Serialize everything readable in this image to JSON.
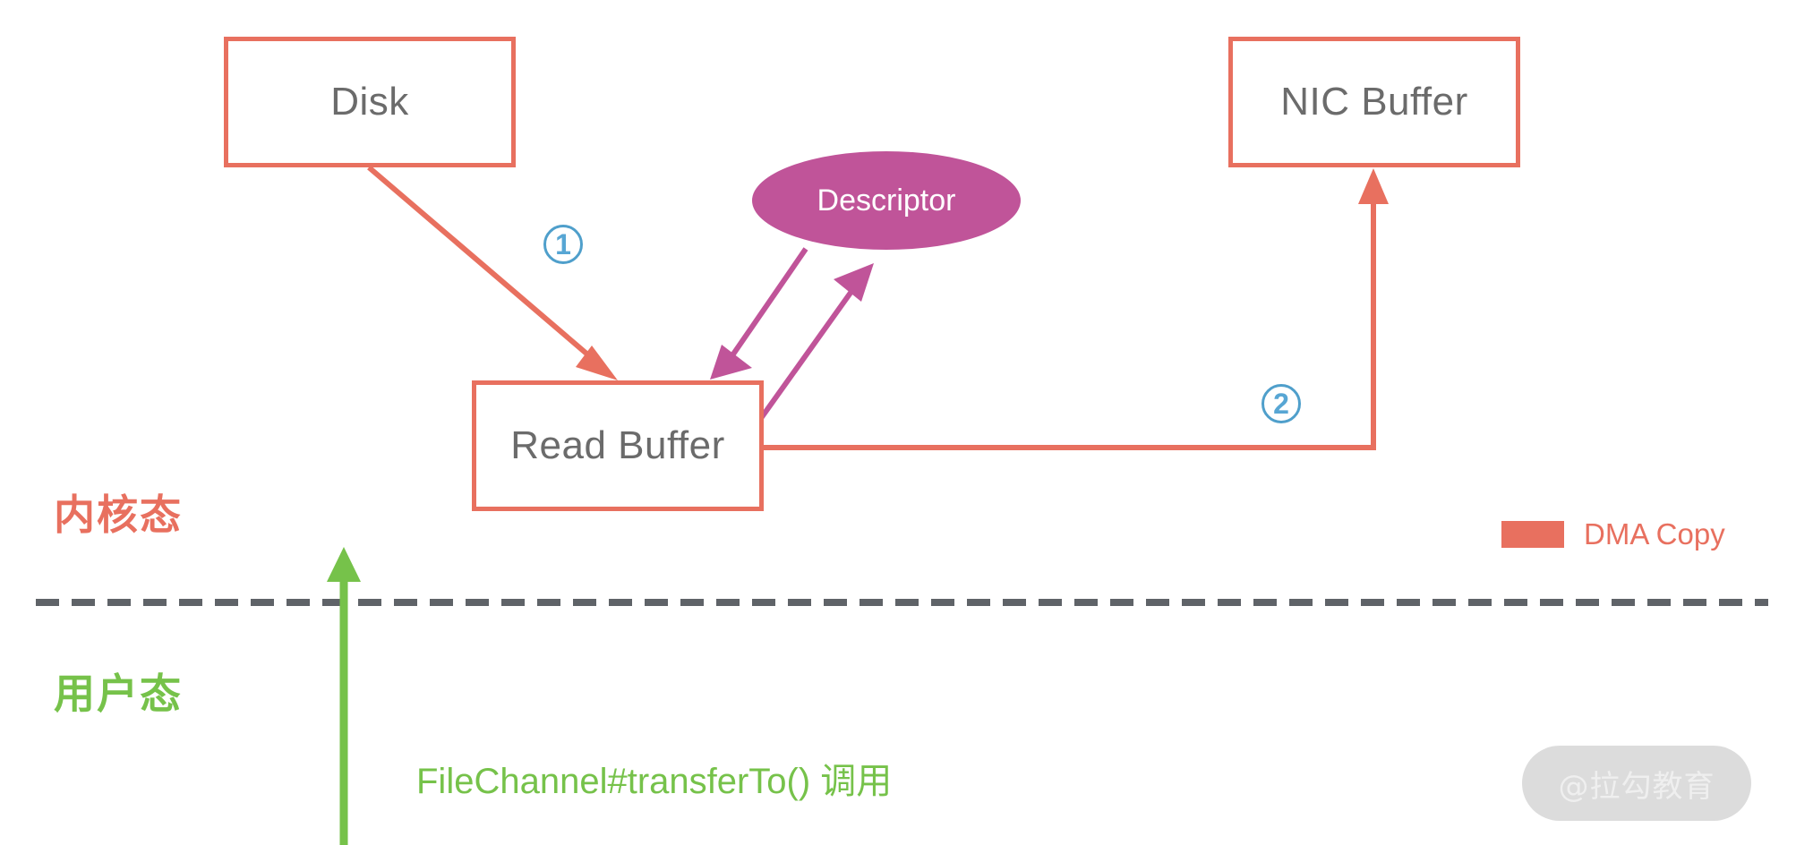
{
  "diagram": {
    "title": "FileChannel transferTo zero-copy diagram",
    "colors": {
      "dma_orange": "#E8705F",
      "descriptor_magenta": "#C05499",
      "step_blue": "#57A6D4",
      "user_green": "#76C24A",
      "box_text_gray": "#6B6B6B",
      "divider_gray": "#5F6368",
      "watermark_bg": "#DCDCDC"
    },
    "nodes": {
      "disk": {
        "label": "Disk"
      },
      "nic_buffer": {
        "label": "NIC Buffer"
      },
      "read_buffer": {
        "label": "Read Buffer"
      },
      "descriptor": {
        "label": "Descriptor"
      }
    },
    "steps": [
      {
        "marker": "1",
        "from": "Disk",
        "to": "Read Buffer"
      },
      {
        "marker": "2",
        "from": "Read Buffer",
        "to": "NIC Buffer"
      }
    ],
    "regions": {
      "kernel_mode": "内核态",
      "user_mode": "用户态"
    },
    "annotations": {
      "transfer_call": "FileChannel#transferTo() 调用"
    },
    "legend": {
      "dma_copy": "DMA Copy"
    },
    "watermark": "@拉勾教育"
  }
}
